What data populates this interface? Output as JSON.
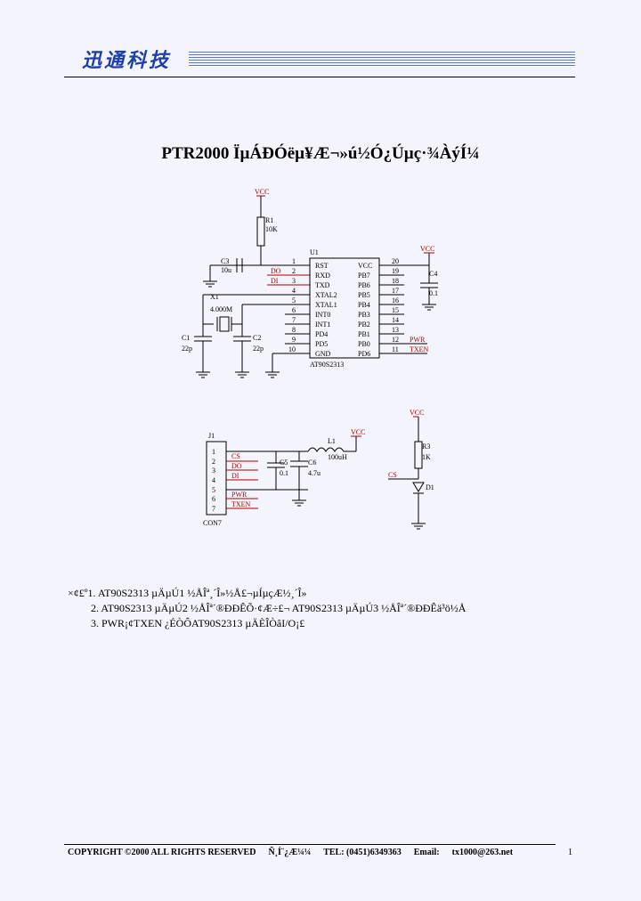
{
  "header": {
    "logo": "迅通科技"
  },
  "title": "PTR2000 ÏµÁÐÓëµ¥Æ¬»ú½Ó¿Úµç·¾ÀýÍ¼",
  "schematic": {
    "vcc1": "VCC",
    "r1": "R1",
    "r1_val": "10K",
    "c3": "C3",
    "c3_val": "10u",
    "do_pin": "DO",
    "di_pin": "DI",
    "u1": "U1",
    "chip": "AT90S2313",
    "left_pins": [
      "RST",
      "RXD",
      "TXD",
      "XTAL2",
      "XTAL1",
      "INT0",
      "INT1",
      "PD4",
      "PD5",
      "GND"
    ],
    "left_nums": [
      "1",
      "2",
      "3",
      "4",
      "5",
      "6",
      "7",
      "8",
      "9",
      "10"
    ],
    "right_pins": [
      "VCC",
      "PB7",
      "PB6",
      "PB5",
      "PB4",
      "PB3",
      "PB2",
      "PB1",
      "PB0",
      "PD6"
    ],
    "right_nums": [
      "20",
      "19",
      "18",
      "17",
      "16",
      "15",
      "14",
      "13",
      "12",
      "11"
    ],
    "vcc2": "VCC",
    "c4": "C4",
    "c4_val": "0.1",
    "x1": "X1",
    "x1_val": "4.000M",
    "c1": "C1",
    "c1_val": "22p",
    "c2": "C2",
    "c2_val": "22p",
    "pwr": "PWR",
    "txen": "TXEN",
    "j1": "J1",
    "j1_pins": [
      "1",
      "2",
      "3",
      "4",
      "5",
      "6",
      "7"
    ],
    "j1_labels": [
      "CS",
      "DO",
      "DI",
      "",
      "PWR",
      "TXEN"
    ],
    "con": "CON7",
    "c5": "C5",
    "c5_val": "0.1",
    "c6": "C6",
    "c6_val": "4.7u",
    "l1": "L1",
    "l1_val": "100uH",
    "vcc3": "VCC",
    "vcc4": "VCC",
    "r3": "R3",
    "r3_val": "1K",
    "cs": "CS",
    "d1": "D1"
  },
  "notes": [
    "×¢£º1. AT90S2313 µÄµÚ1 ½ÅÎª¸´Î»½Å£¬µÍµçÆ½¸´Î»",
    "2. AT90S2313 µÄµÚ2 ½ÅÎª´®ÐÐÊÕ·¢Æ÷£¬ AT90S2313 µÄµÚ3 ½ÅÎª´®ÐÐÊä³ö½Å",
    "3. PWR¡¢TXEN ¿ÉÒÔAT90S2313 µÄÈÎÒâI/O¡£"
  ],
  "footer": {
    "copyright": "COPYRIGHT ©2000 ALL RIGHTS RESERVED",
    "company": "Ñ¸Í¨¿Æ¼¼",
    "tel": "TEL: (0451)6349363",
    "email_label": "Email:",
    "email": "tx1000@263.net",
    "page": "1"
  }
}
